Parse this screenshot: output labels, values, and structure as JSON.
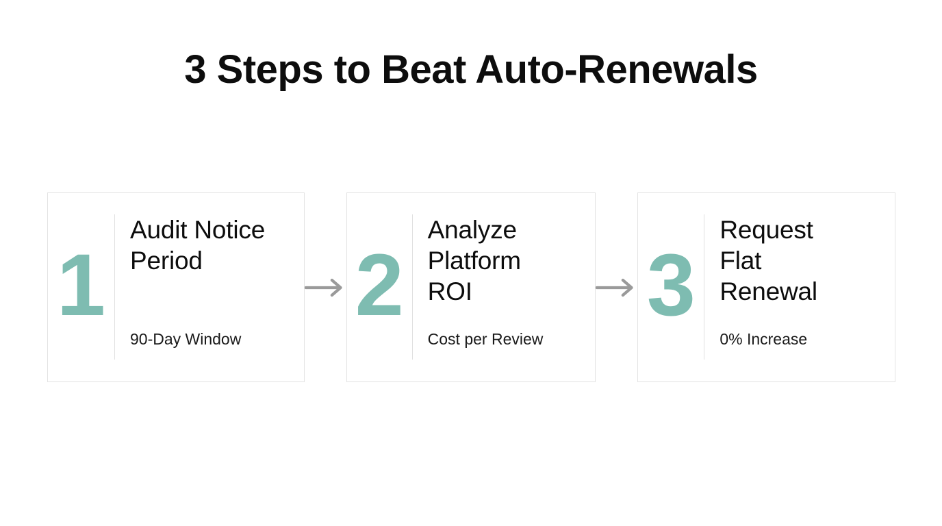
{
  "slide": {
    "title": "3 Steps to Beat Auto-Renewals",
    "background_color": "#ffffff",
    "accent_color": "#7ebcb1",
    "text_color": "#0d0d0d",
    "card_border_color": "#e3e3e3",
    "arrow_color": "#9a9a9a",
    "steps": [
      {
        "number": "1",
        "heading": "Audit Notice\nPeriod",
        "subtitle": "90-Day Window"
      },
      {
        "number": "2",
        "heading": "Analyze\nPlatform\nROI",
        "subtitle": "Cost per Review"
      },
      {
        "number": "3",
        "heading": "Request\nFlat\nRenewal",
        "subtitle": "0% Increase"
      }
    ],
    "connectors": [
      {
        "icon": "arrow-right-icon"
      },
      {
        "icon": "arrow-right-icon"
      }
    ]
  }
}
